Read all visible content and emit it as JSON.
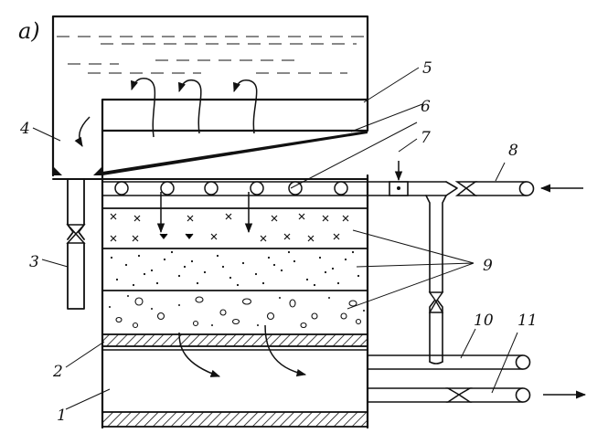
{
  "figure": {
    "panel_label": "а)",
    "callouts": [
      {
        "id": "1",
        "text": "1"
      },
      {
        "id": "2",
        "text": "2"
      },
      {
        "id": "3",
        "text": "3"
      },
      {
        "id": "4",
        "text": "4"
      },
      {
        "id": "5",
        "text": "5"
      },
      {
        "id": "6",
        "text": "6"
      },
      {
        "id": "7",
        "text": "7"
      },
      {
        "id": "8",
        "text": "8"
      },
      {
        "id": "9",
        "text": "9"
      },
      {
        "id": "10",
        "text": "10"
      },
      {
        "id": "11",
        "text": "11"
      }
    ]
  }
}
